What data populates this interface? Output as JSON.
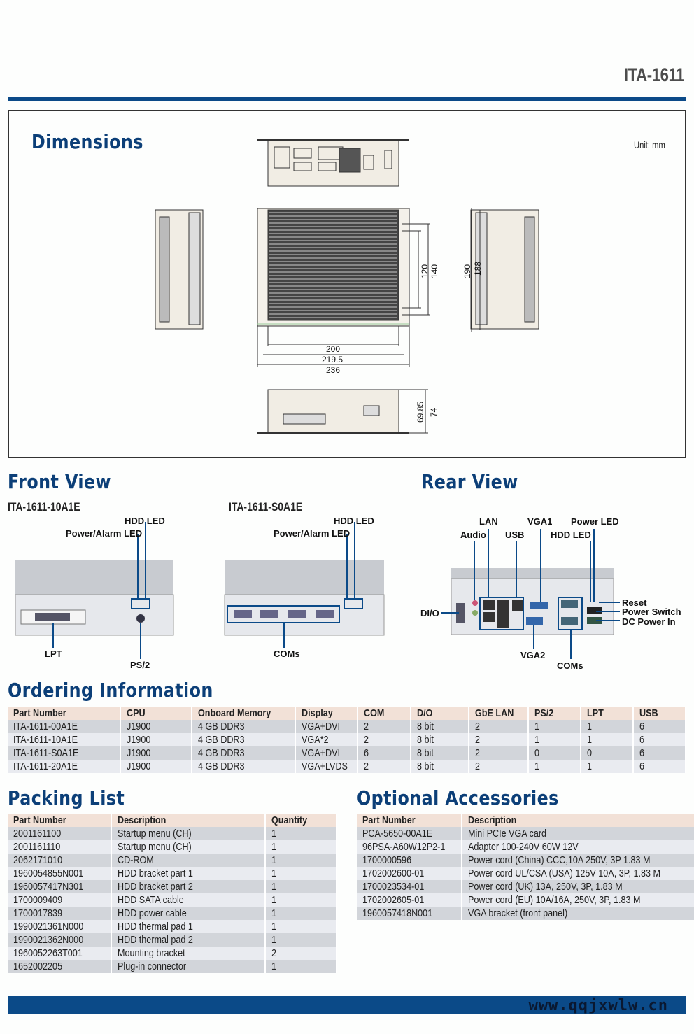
{
  "header": {
    "model": "ITA-1611"
  },
  "dimensions": {
    "title": "Dimensions",
    "unit": "Unit: mm",
    "labels": {
      "w200": "200",
      "w2195": "219.5",
      "w236": "236",
      "h120": "120",
      "h140": "140",
      "h190": "190",
      "h188": "188",
      "d6985": "69.85",
      "d74": "74"
    }
  },
  "front_view": {
    "title": "Front View",
    "model_a": {
      "name": "ITA-1611-10A1E",
      "hdd_led": "HDD LED",
      "power_led": "Power/Alarm LED",
      "lpt": "LPT",
      "ps2": "PS/2"
    },
    "model_b": {
      "name": "ITA-1611-S0A1E",
      "hdd_led": "HDD LED",
      "power_led": "Power/Alarm LED",
      "coms": "COMs"
    }
  },
  "rear_view": {
    "title": "Rear View",
    "lan": "LAN",
    "vga1": "VGA1",
    "power_led": "Power LED",
    "audio": "Audio",
    "usb": "USB",
    "hdd_led": "HDD LED",
    "dio": "DI/O",
    "reset": "Reset",
    "power_switch": "Power Switch",
    "dc_power": "DC Power In",
    "vga2": "VGA2",
    "coms": "COMs"
  },
  "ordering": {
    "title": "Ordering Information",
    "headers": [
      "Part Number",
      "CPU",
      "Onboard Memory",
      "Display",
      "COM",
      "D/O",
      "GbE LAN",
      "PS/2",
      "LPT",
      "USB"
    ],
    "rows": [
      [
        "ITA-1611-00A1E",
        "J1900",
        "4 GB DDR3",
        "VGA+DVI",
        "2",
        "8 bit",
        "2",
        "1",
        "1",
        "6"
      ],
      [
        "ITA-1611-10A1E",
        "J1900",
        "4 GB DDR3",
        "VGA*2",
        "2",
        "8 bit",
        "2",
        "1",
        "1",
        "6"
      ],
      [
        "ITA-1611-S0A1E",
        "J1900",
        "4 GB DDR3",
        "VGA+DVI",
        "6",
        "8 bit",
        "2",
        "0",
        "0",
        "6"
      ],
      [
        "ITA-1611-20A1E",
        "J1900",
        "4 GB DDR3",
        "VGA+LVDS",
        "2",
        "8 bit",
        "2",
        "1",
        "1",
        "6"
      ]
    ]
  },
  "packing": {
    "title": "Packing List",
    "headers": [
      "Part Number",
      "Description",
      "Quantity"
    ],
    "rows": [
      [
        "2001161100",
        "Startup menu (CH)",
        "1"
      ],
      [
        "2001161110",
        "Startup menu (CH)",
        "1"
      ],
      [
        "2062171010",
        "CD-ROM",
        "1"
      ],
      [
        "1960054855N001",
        "HDD bracket part 1",
        "1"
      ],
      [
        "1960057417N301",
        "HDD bracket part 2",
        "1"
      ],
      [
        "1700009409",
        "HDD SATA cable",
        "1"
      ],
      [
        "1700017839",
        "HDD power cable",
        "1"
      ],
      [
        "1990021361N000",
        "HDD thermal pad 1",
        "1"
      ],
      [
        "1990021362N000",
        "HDD thermal pad 2",
        "1"
      ],
      [
        "1960052263T001",
        "Mounting bracket",
        "2"
      ],
      [
        "1652002205",
        "Plug-in connector",
        "1"
      ]
    ]
  },
  "accessories": {
    "title": "Optional Accessories",
    "headers": [
      "Part Number",
      "Description"
    ],
    "rows": [
      [
        "PCA-5650-00A1E",
        "Mini PCIe VGA card"
      ],
      [
        "96PSA-A60W12P2-1",
        "Adapter 100-240V 60W 12V"
      ],
      [
        "1700000596",
        "Power cord (China) CCC,10A 250V, 3P 1.83 M"
      ],
      [
        "1702002600-01",
        "Power cord UL/CSA (USA) 125V 10A, 3P, 1.83 M"
      ],
      [
        "1700023534-01",
        "Power cord (UK) 13A, 250V, 3P, 1.83 M"
      ],
      [
        "1702002605-01",
        "Power cord (EU) 10A/16A, 250V, 3P, 1.83 M"
      ],
      [
        "1960057418N001",
        "VGA bracket (front panel)"
      ]
    ]
  },
  "footer": {
    "url": "www.qqjxwlw.cn"
  },
  "colors": {
    "brand_blue": "#0b4a88",
    "heading": "#0c3f78",
    "table_header": "#f2e1d7",
    "row_odd": "#d2d5da",
    "row_even": "#e9ebf0"
  }
}
